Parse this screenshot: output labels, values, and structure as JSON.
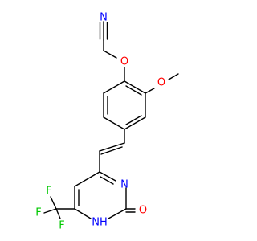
{
  "molecule": {
    "atoms": [
      {
        "id": "n_nitrile",
        "symbol": "N",
        "color": "#0000ff"
      },
      {
        "id": "o_ether",
        "symbol": "O",
        "color": "#ff0000"
      },
      {
        "id": "o_methoxy",
        "symbol": "O",
        "color": "#ff0000"
      },
      {
        "id": "n_pyrimidine",
        "symbol": "N",
        "color": "#0000ff"
      },
      {
        "id": "nh_pyrimidine",
        "symbol": "NH",
        "color": "#0000ff"
      },
      {
        "id": "o_carbonyl",
        "symbol": "O",
        "color": "#ff0000"
      },
      {
        "id": "f_1",
        "symbol": "F",
        "color": "#00c800"
      },
      {
        "id": "f_2",
        "symbol": "F",
        "color": "#00c800"
      },
      {
        "id": "f_3",
        "symbol": "F",
        "color": "#00c800"
      }
    ],
    "bond_color": "#000000"
  }
}
